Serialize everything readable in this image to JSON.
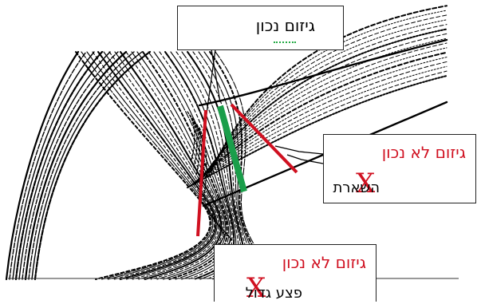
{
  "callouts": {
    "correct": {
      "text": "גיזום נכון"
    },
    "wrong_stub": {
      "text": "גיזום לא נכון",
      "x_mark": "X",
      "reason": "השארת"
    },
    "wrong_flush": {
      "text": "גיזום לא נכון",
      "x_mark": "X",
      "reason": "פצע גדול"
    }
  },
  "colors": {
    "correct": "#1a9e4a",
    "wrong": "#d01020",
    "ink": "#000000",
    "underline_mark": "#22aa44"
  }
}
